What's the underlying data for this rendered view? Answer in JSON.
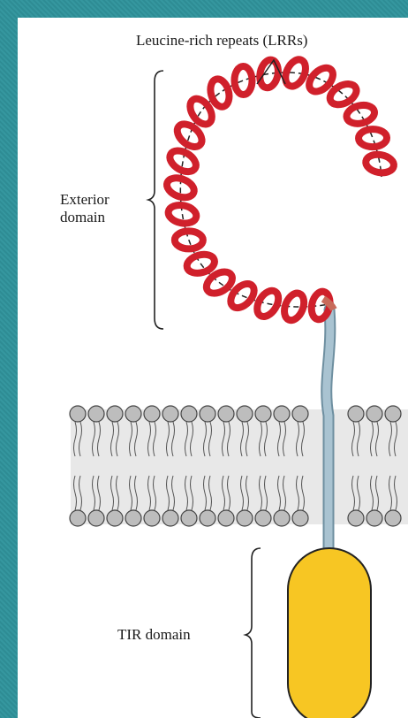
{
  "labels": {
    "lrr": "Leucine-rich repeats (LRRs)",
    "exterior": [
      "Exterior",
      "domain"
    ],
    "tir": "TIR domain"
  },
  "colors": {
    "frame": "#2f8f97",
    "coil": "#d0202b",
    "stalk": "#7fa3b5",
    "tir_domain": "#f7c623",
    "membrane": "#e6e6e6"
  }
}
